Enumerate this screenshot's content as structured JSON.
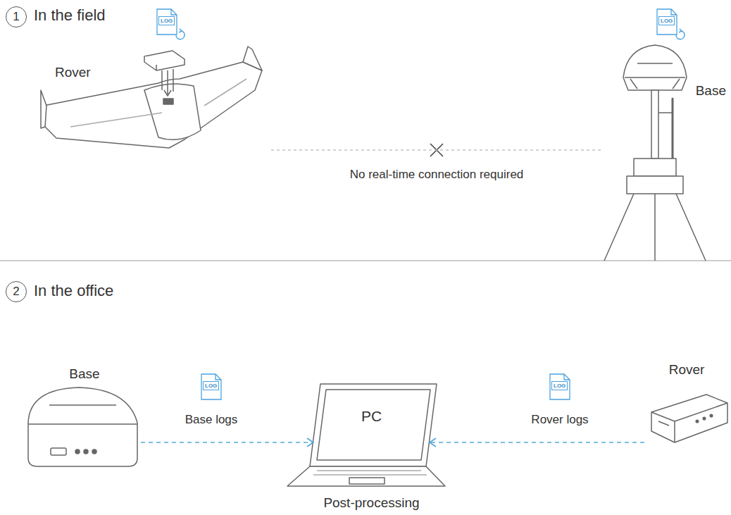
{
  "diagram": {
    "nodes": [
      {
        "text": [
          "1"
        ]
      },
      {
        "text": [
          "Rover"
        ]
      },
      {
        "text": [
          "LOG"
        ]
      },
      {
        "text": [
          "Base"
        ]
      },
      {
        "text": [
          "LOG"
        ]
      },
      {
        "text": [
          "2"
        ]
      },
      {
        "text": [
          "Base"
        ]
      },
      {
        "text": [
          "LOG"
        ]
      },
      {
        "text": [
          "PC",
          "Post-processing"
        ]
      },
      {
        "text": [
          "LOG"
        ]
      },
      {
        "text": [
          "Rover"
        ]
      }
    ],
    "edges": [
      {
        "from": 1,
        "to": 3,
        "label": "No real-time connection required",
        "arrow": "none"
      },
      {
        "from": 6,
        "to": 8,
        "label": "Base logs",
        "arrow": "to"
      },
      {
        "from": 10,
        "to": 8,
        "label": "Rover logs",
        "arrow": "to"
      }
    ],
    "labels": [
      "In the field",
      "In the office"
    ]
  }
}
